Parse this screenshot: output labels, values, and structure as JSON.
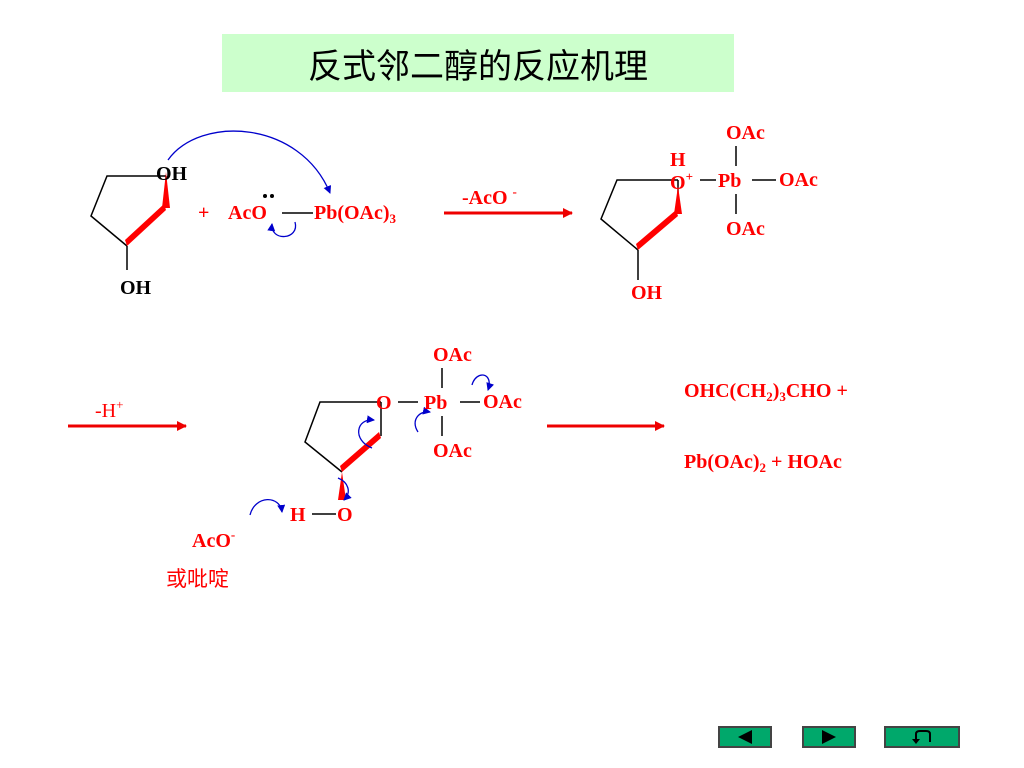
{
  "title": "反式邻二醇的反应机理",
  "reaction1": {
    "oh_top": "OH",
    "oh_bottom": "OH",
    "plus": "+",
    "aco": "AcO",
    "lead_reagent": "Pb(OAc)",
    "lead_sub": "3",
    "step_label": "-AcO",
    "step_charge": "-"
  },
  "intermediate1": {
    "h": "H",
    "o": "O",
    "charge": "+",
    "pb": "Pb",
    "oac_top": "OAc",
    "oac_right": "OAc",
    "oac_bottom": "OAc",
    "oh_bottom": "OH"
  },
  "reaction2": {
    "step_label": "-H",
    "step_charge": "+",
    "o": "O",
    "pb": "Pb",
    "oac_top": "OAc",
    "oac_right": "OAc",
    "oac_bottom": "OAc",
    "h": "H",
    "o2": "O",
    "aco": "AcO",
    "aco_charge": "-",
    "alt": "或吡啶"
  },
  "products": {
    "line1_a": "OHC(CH",
    "line1_sub1": "2",
    "line1_b": ")",
    "line1_sub2": "3",
    "line1_c": "CHO  +",
    "line2_a": "Pb(OAc)",
    "line2_sub": "2",
    "line2_b": "  +  HOAc"
  },
  "nav": {
    "prev": "prev-arrow-icon",
    "next": "next-arrow-icon",
    "return": "return-arrow-icon"
  },
  "colors": {
    "arrow": "#ee0000",
    "curly_arrow": "#0000cc",
    "title_bg": "#ccffcc",
    "nav_bg": "#00a86b"
  }
}
